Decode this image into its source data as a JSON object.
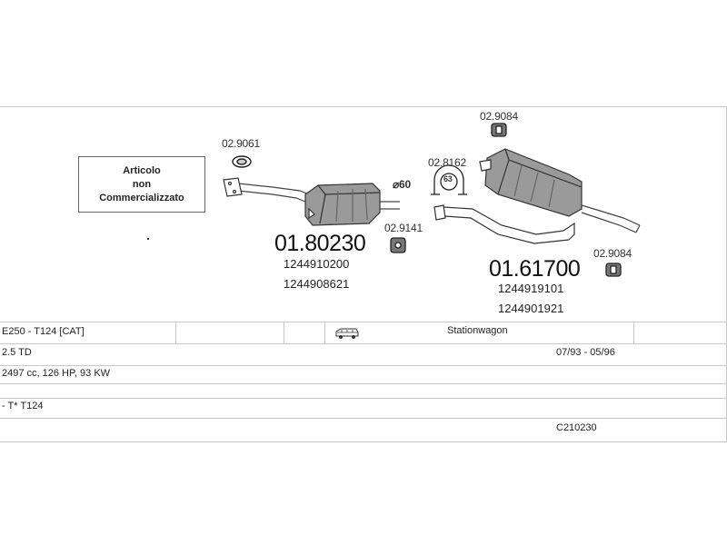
{
  "diagram": {
    "note": [
      "Articolo",
      "non",
      "Commercializzato"
    ],
    "labels": {
      "clamp_left": "02.9061",
      "diameter": "⌀60",
      "clamp_mid_top": "02.8162",
      "clamp_mid_bottom": "02.9141",
      "hanger_top": "02.9084",
      "hanger_right": "02.9084"
    },
    "clamp_mid_badge": "63",
    "parts": [
      {
        "code": "01.80230",
        "refs": [
          "1244910200",
          "1244908621"
        ]
      },
      {
        "code": "01.61700",
        "refs": [
          "1244919101",
          "1244901921"
        ]
      }
    ]
  },
  "table": {
    "row1": {
      "model": "E250 - T124  [CAT]",
      "body": "Stationwagon"
    },
    "row2": {
      "engine": "2.5 TD",
      "years": "07/93 - 05/96"
    },
    "row3": {
      "specs": "2497 cc, 126 HP, 93 KW"
    },
    "row4": {
      "chassis": "- T* T124"
    },
    "row5": {
      "catalog": "C210230"
    }
  }
}
